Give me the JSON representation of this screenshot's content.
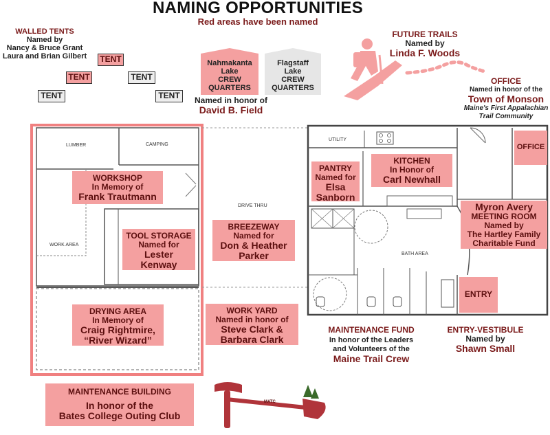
{
  "title": "NAMING OPPORTUNITIES",
  "subtitle": "Red areas have been named",
  "walled_tents": {
    "heading": "WALLED TENTS",
    "named_by": "Named by",
    "donors_1": "Nancy & Bruce Grant",
    "donors_2": "Laura and Brian Gilbert",
    "tent_label": "TENT"
  },
  "crew_quarters": [
    {
      "line1": "Nahmakanta",
      "line2": "Lake",
      "line3": "CREW",
      "line4": "QUARTERS",
      "named": true
    },
    {
      "line1": "Flagstaff",
      "line2": "Lake",
      "line3": "CREW",
      "line4": "QUARTERS",
      "named": false
    }
  ],
  "crew_honor": {
    "line1": "Named in honor of",
    "name": "David B. Field"
  },
  "future_trails": {
    "heading": "FUTURE TRAILS",
    "named_by": "Named by",
    "name": "Linda F. Woods"
  },
  "office_note": {
    "heading": "OFFICE",
    "line1": "Named in honor of the",
    "name": "Town of Monson",
    "italic1": "Maine's First Appalachian",
    "italic2": "Trail Community"
  },
  "workshop": {
    "title": "WORKSHOP",
    "line1": "In Memory of",
    "name": "Frank Trautmann"
  },
  "tool_storage": {
    "title": "TOOL STORAGE",
    "line1": "Named for",
    "name1": "Lester",
    "name2": "Kenway"
  },
  "drying_area": {
    "title": "DRYING AREA",
    "line1": "In Memory of",
    "name1": "Craig Rightmire,",
    "name2": "“River Wizard”"
  },
  "breezeway": {
    "title": "BREEZEWAY",
    "line1": "Named for",
    "name1": "Don & Heather",
    "name2": "Parker"
  },
  "work_yard": {
    "title": "WORK YARD",
    "line1": "Named in honor of",
    "name1": "Steve Clark &",
    "name2": "Barbara Clark"
  },
  "pantry": {
    "title": "PANTRY",
    "line1": "Named for",
    "name1": "Elsa",
    "name2": "Sanborn"
  },
  "kitchen": {
    "title": "KITCHEN",
    "line1": "In Honor of",
    "name": "Carl Newhall"
  },
  "office_box": {
    "label": "OFFICE"
  },
  "meeting_room": {
    "name": "Myron Avery",
    "title": "MEETING ROOM",
    "line1": "Named by",
    "line2": "The Hartley Family",
    "line3": "Charitable Fund"
  },
  "entry_box": {
    "label": "ENTRY"
  },
  "maintenance_fund": {
    "heading": "MAINTENANCE FUND",
    "line1": "In honor of the Leaders",
    "line2": "and Volunteers of the",
    "name": "Maine Trail Crew"
  },
  "entry_vestibule": {
    "heading": "ENTRY-VESTIBULE",
    "named_by": "Named by",
    "name": "Shawn Small"
  },
  "maintenance_building": {
    "title": "MAINTENANCE BUILDING",
    "line1": "In honor of the",
    "line2": "Bates College Outing Club"
  },
  "plan_labels": {
    "lumber": "LUMBER",
    "camping": "CAMPING",
    "work_area": "WORK AREA",
    "drive_thru": "DRIVE THRU",
    "utility": "UTILITY",
    "bath_area": "BATH AREA"
  },
  "logo_text": "MATC",
  "colors": {
    "named_fill": "#f4a0a0",
    "outline_red": "#f08080",
    "maroon": "#7a1a1a"
  }
}
